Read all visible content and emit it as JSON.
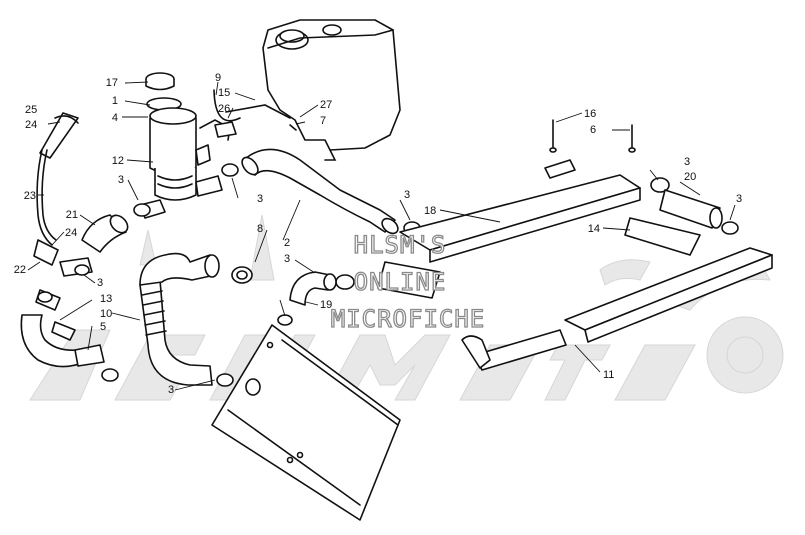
{
  "watermark": {
    "lines": [
      "HLSM'S",
      "ONLINE",
      "MICROFICHE"
    ],
    "logo": "ASHMoto"
  },
  "callouts": [
    "1",
    "2",
    "3",
    "4",
    "5",
    "6",
    "7",
    "8",
    "9",
    "10",
    "11",
    "12",
    "13",
    "14",
    "15",
    "16",
    "17",
    "18",
    "19",
    "20",
    "21",
    "22",
    "23",
    "24",
    "25",
    "26",
    "27"
  ],
  "colors": {
    "ink": "#111111",
    "watermark": "#d9d9d9"
  }
}
